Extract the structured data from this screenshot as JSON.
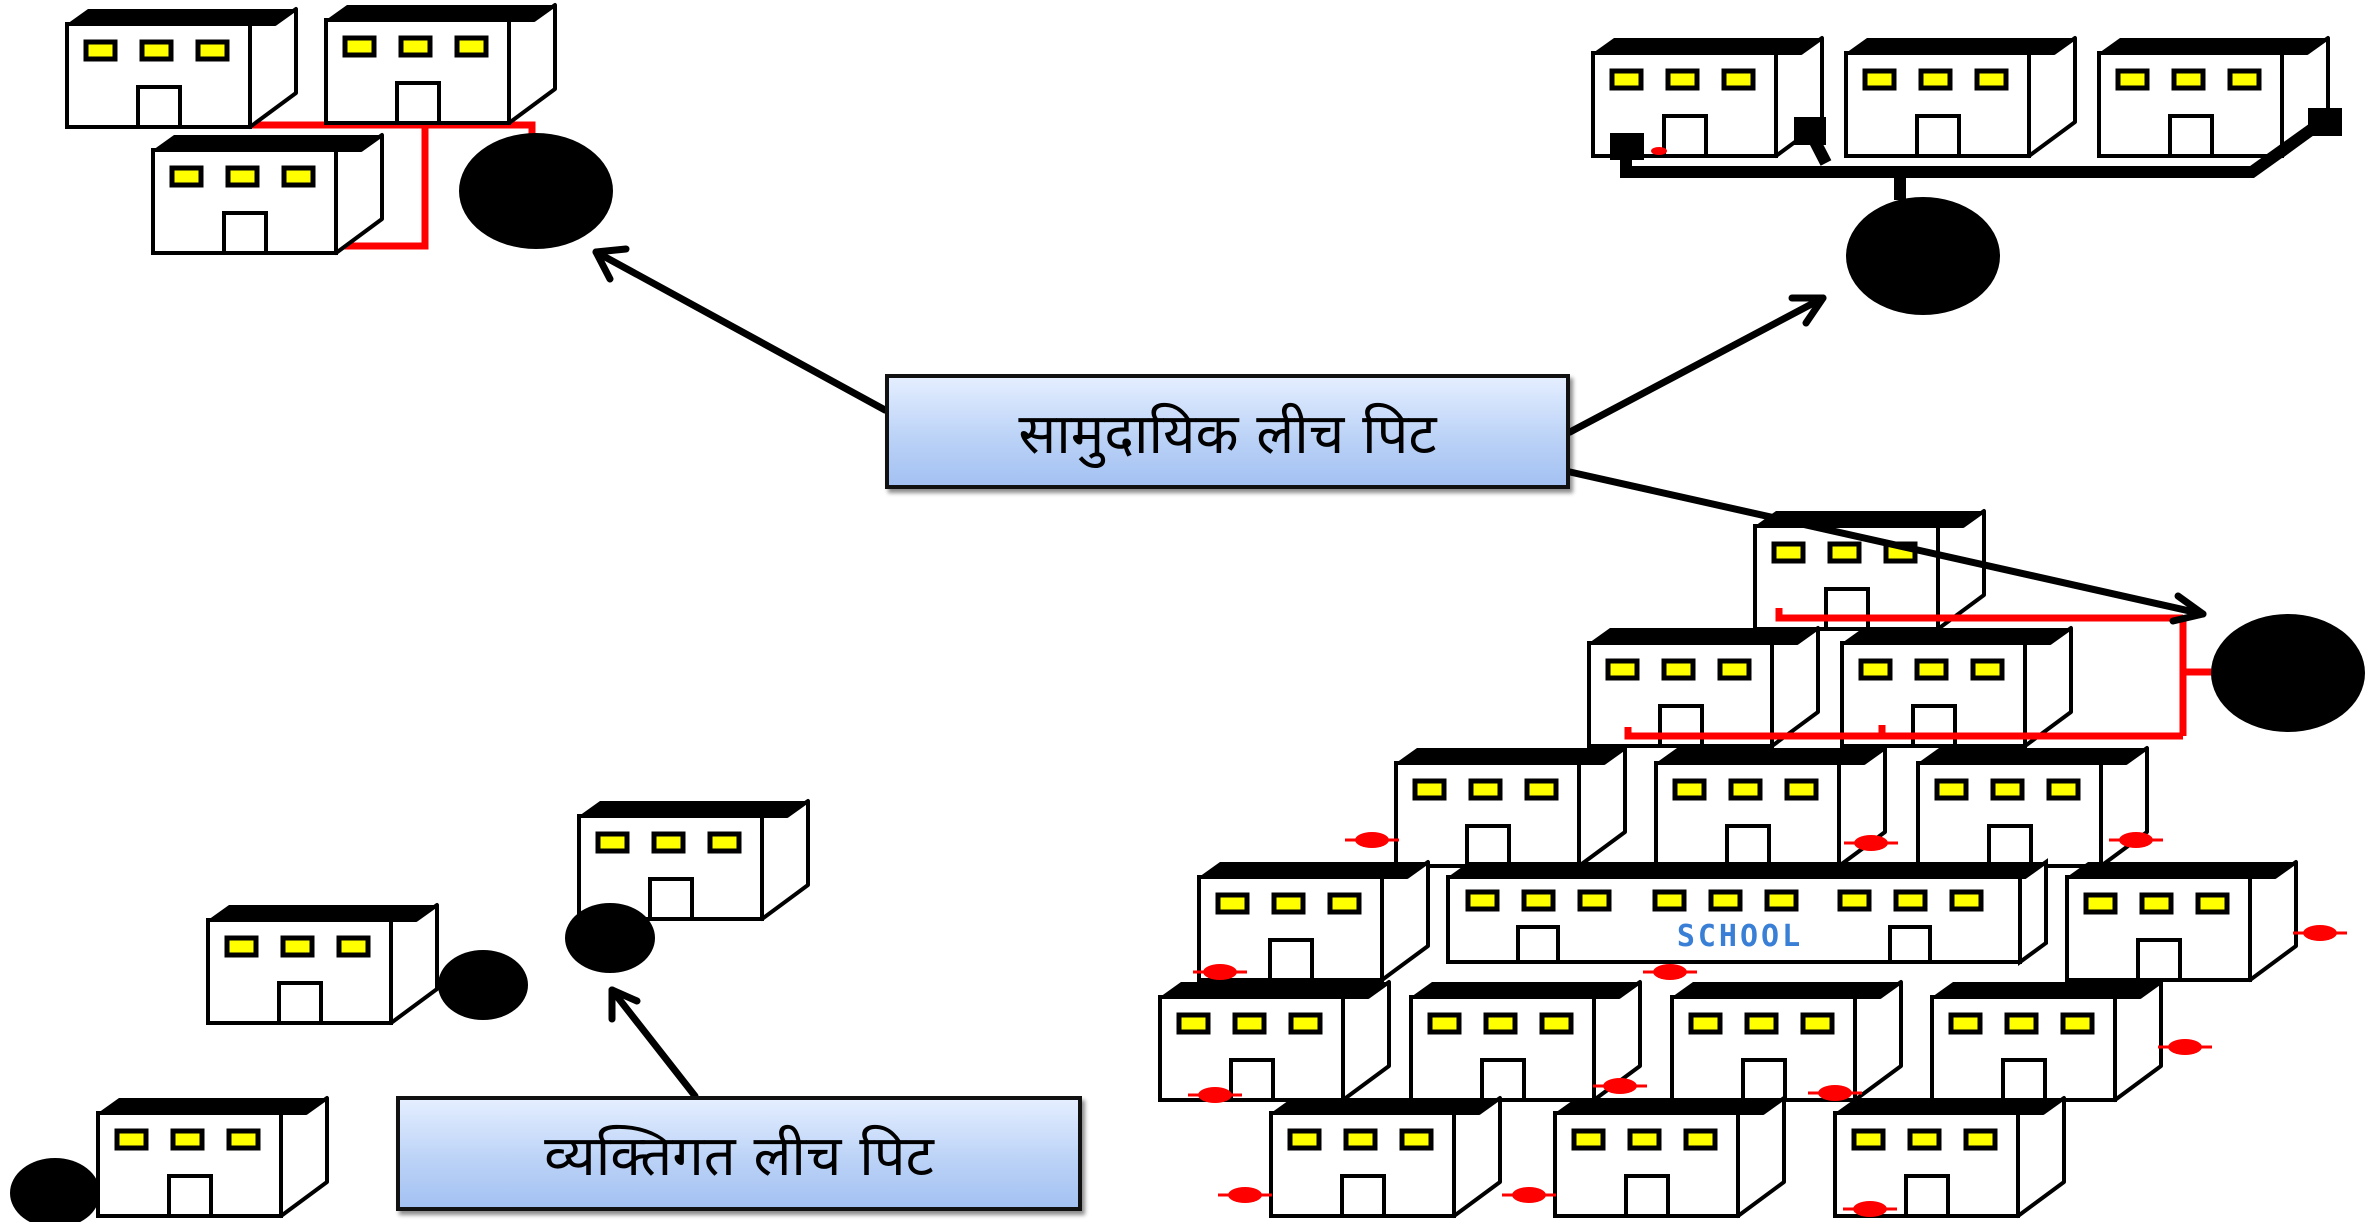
{
  "labels": {
    "community": "सामुदायिक लीच पिट",
    "individual": "व्यक्तिगत लीच पिट"
  },
  "school_sign": "SCHOOL",
  "colors": {
    "pipe": "#ff0000",
    "pit": "#000000",
    "window": "#ffff00",
    "label_gradient_top": "#e4eeff",
    "label_gradient_bottom": "#a3c1f2"
  }
}
